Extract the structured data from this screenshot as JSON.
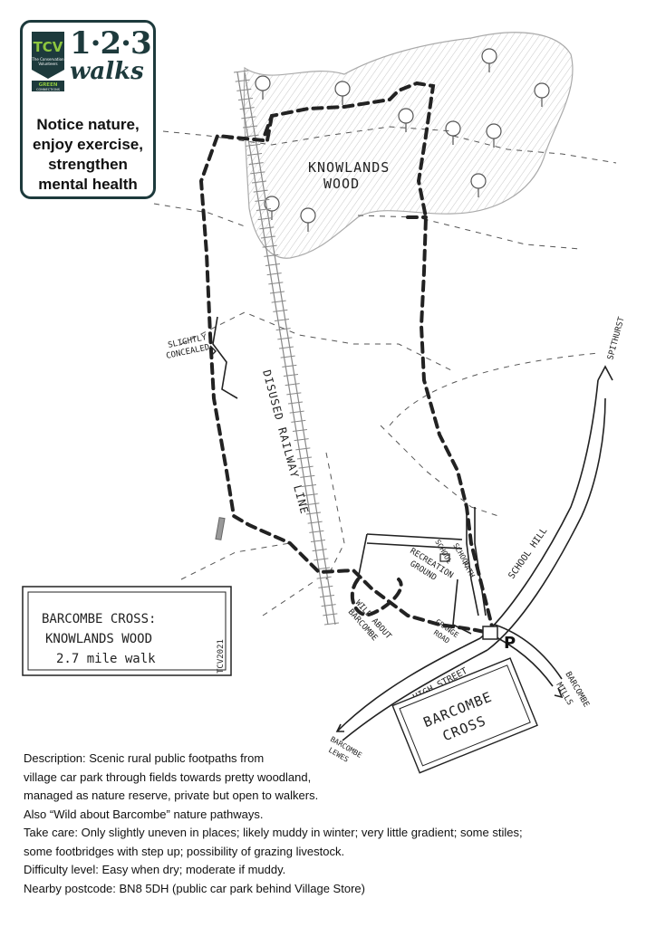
{
  "logo": {
    "badge_top": "TCV",
    "badge_small1": "The Conservation",
    "badge_small2": "Volunteers",
    "badge_bottom1": "GREEN",
    "badge_bottom2": "CONNECTIONS",
    "brand_numbers": "1·2·3",
    "brand_word": "walks",
    "tagline": [
      "Notice nature,",
      "enjoy exercise,",
      "strengthen",
      "mental health"
    ]
  },
  "map_labels": {
    "wood": [
      "KNOWLANDS",
      "WOOD"
    ],
    "slightly_concealed": [
      "SLIGHTLY",
      "CONCEALED"
    ],
    "railway": "DISUSED RAILWAY LINE",
    "school": "SCHOOL",
    "school_path": [
      "SCHOOL",
      "PATH"
    ],
    "school_hill": "SCHOOL HILL",
    "sphurst": "SPITHURST",
    "recreation": [
      "RECREATION",
      "GROUND"
    ],
    "wild_about": [
      "WILD ABOUT",
      "BARCOMBE"
    ],
    "grange_road": [
      "GRANGE",
      "ROAD"
    ],
    "high_street": "HIGH STREET",
    "barcombe_lewes": [
      "BARCOMBE",
      "LEWES"
    ],
    "barcombe_mills": [
      "BARCOMBE",
      "MILLS"
    ],
    "parking": "P",
    "village_box": [
      "BARCOMBE",
      "CROSS"
    ],
    "copyright": "TCV2021"
  },
  "title_box": {
    "line1": "BARCOMBE CROSS:",
    "line2": "KNOWLANDS WOOD",
    "line3": "2.7 mile walk"
  },
  "description": [
    "Description: Scenic rural public footpaths from",
    "village car park through fields towards pretty woodland,",
    "managed as nature reserve, private but open to walkers.",
    "Also “Wild about Barcombe” nature pathways.",
    "Take care: Only slightly uneven in places; likely muddy in winter; very little gradient; some stiles;",
    "some footbridges with step up; possibility of grazing livestock.",
    "Difficulty level: Easy when dry; moderate if muddy.",
    "Nearby postcode: BN8 5DH (public car park behind Village Store)"
  ],
  "colors": {
    "logo_dark": "#1d3a3c",
    "logo_green": "#8dc63f",
    "wood_fill": "#e4e4e4"
  }
}
